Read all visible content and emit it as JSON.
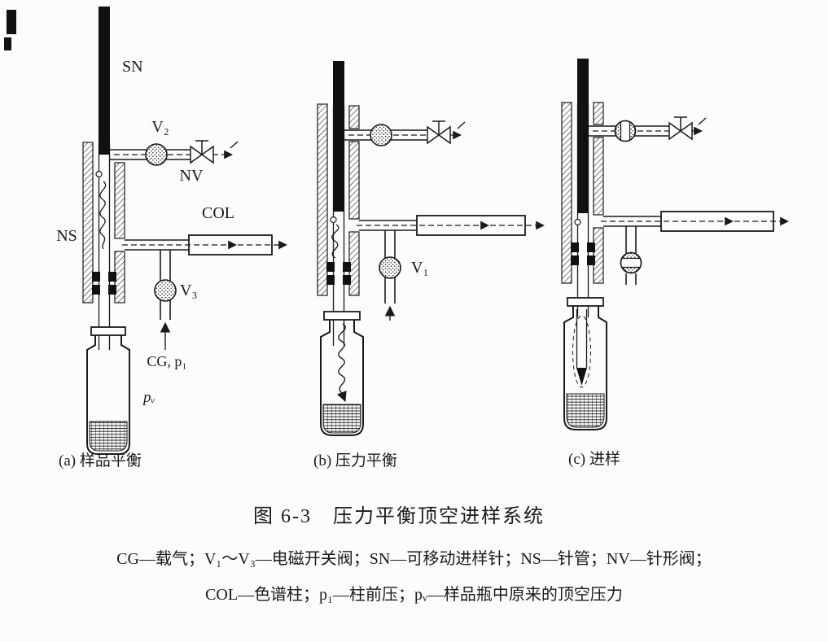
{
  "figure": {
    "caption": "图 6-3　压力平衡顶空进样系统",
    "legend_line1": "CG—载气；V₁～V₃—电磁开关阀；SN—可移动进样针；NS—针管；NV—针形阀；",
    "legend_line2": "COL—色谱柱；p₁—柱前压；pᵥ—样品瓶中原来的顶空压力"
  },
  "panel_a": {
    "caption": "(a) 样品平衡",
    "sn": "SN",
    "v2": "V₂",
    "nv": "NV",
    "ns": "NS",
    "col": "COL",
    "v3": "V₃",
    "cg": "CG, p₁",
    "pv": "pᵥ"
  },
  "panel_b": {
    "caption": "(b) 压力平衡",
    "v1": "V₁"
  },
  "panel_c": {
    "caption": "(c) 进样"
  }
}
